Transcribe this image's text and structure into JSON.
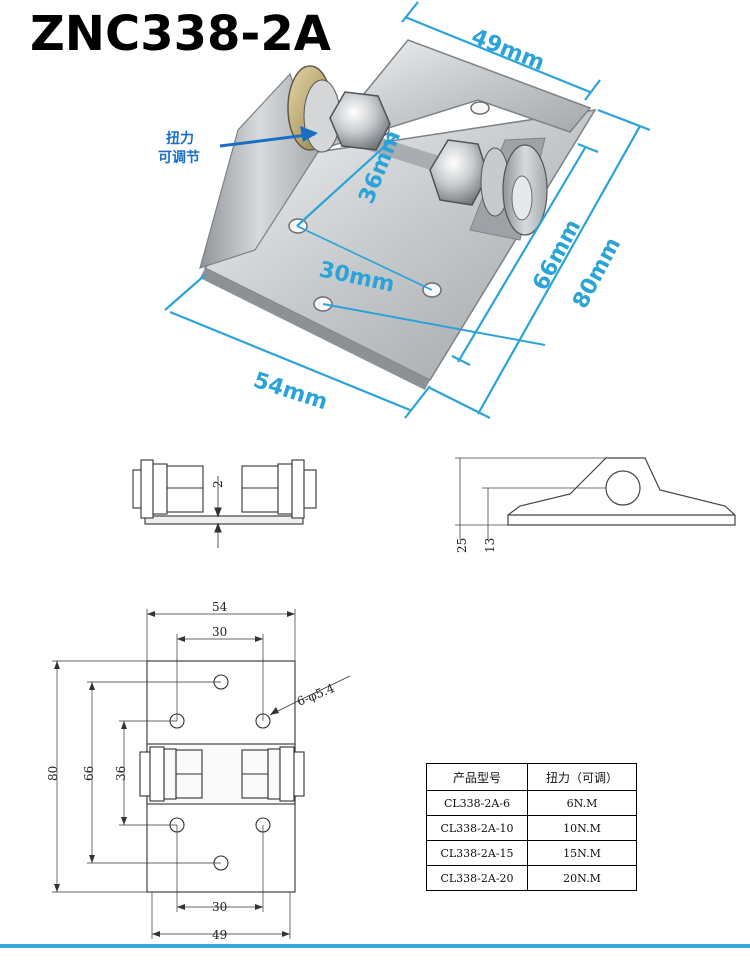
{
  "title": "ZNC338-2A",
  "photo": {
    "dims": {
      "top_width": "49mm",
      "length_inner": "66mm",
      "length_outer": "80mm",
      "hole_vert": "36mm",
      "hole_horiz": "30mm",
      "bottom_width": "54mm"
    },
    "annotation_line1": "扭力",
    "annotation_line2": "可调节"
  },
  "front_view": {
    "gap_label": "2"
  },
  "side_view": {
    "height_label": "25",
    "axis_label": "13"
  },
  "plan_view": {
    "top_width": "54",
    "top_hole_spacing": "30",
    "hole_callout": "6-φ5.4",
    "overall_length": "80",
    "hole_length": "66",
    "inner_hole_length": "36",
    "bottom_hole_spacing": "30",
    "bottom_width": "49"
  },
  "spec_table": {
    "headers": [
      "产品型号",
      "扭力（可调）"
    ],
    "rows": [
      [
        "CL338-2A-6",
        "6N.M"
      ],
      [
        "CL338-2A-10",
        "10N.M"
      ],
      [
        "CL338-2A-15",
        "15N.M"
      ],
      [
        "CL338-2A-20",
        "20N.M"
      ]
    ]
  },
  "colors": {
    "dimension_blue": "#2aa3d8",
    "annotation_blue": "#1a6fc4",
    "bar_blue": "#3aa7e0",
    "steel": "#b9bec2"
  }
}
